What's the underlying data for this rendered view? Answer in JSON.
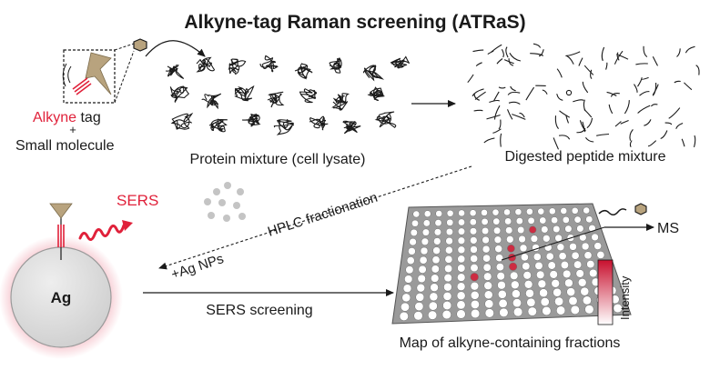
{
  "title": "Alkyne-tag Raman screening (ATRaS)",
  "labels": {
    "alkyne_word": "Alkyne",
    "tag_word": " tag",
    "plus": "+",
    "small_molecule": "Small molecule",
    "protein_mixture": "Protein mixture (cell lysate)",
    "digested_peptides": "Digested peptide mixture",
    "hplc": "HPLC fractionation",
    "ag_nps": "+Ag NPs",
    "sers": "SERS",
    "ag": "Ag",
    "sers_screening": "SERS screening",
    "map": "Map of alkyne-containing fractions",
    "ms": "MS",
    "intensity": "Intensity"
  },
  "plate": {
    "rows": 12,
    "cols": 16,
    "hits": [
      [
        2,
        10
      ],
      [
        4,
        8
      ],
      [
        5,
        8
      ],
      [
        6,
        8
      ],
      [
        7,
        5
      ]
    ]
  },
  "colors": {
    "alkyne_red": "#e0213a",
    "hit_red": "#d32038",
    "tan": "#b8a37e",
    "ink": "#1a1a1a",
    "well_fill": "#ffffff",
    "plate_fill": "#9a9a9a",
    "sphere": "#d9d9d9",
    "glow": "#f3b5bf",
    "np_dot": "#c4c4c4"
  }
}
